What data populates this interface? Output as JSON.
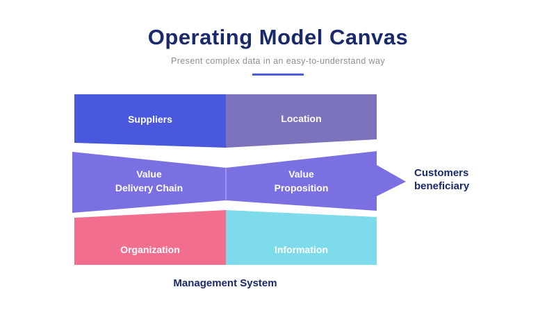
{
  "header": {
    "title": "Operating Model Canvas",
    "subtitle": "Present complex data in an easy-to-understand way"
  },
  "blocks": {
    "suppliers": {
      "label": "Suppliers",
      "color": "#4a58de"
    },
    "location": {
      "label": "Location",
      "color": "#7b74bc"
    },
    "value_delivery_chain": {
      "label": "Value\nDelivery Chain",
      "color": "#7a70e2"
    },
    "value_proposition": {
      "label": "Value\nProposition",
      "color": "#7a70e2"
    },
    "organization": {
      "label": "Organization",
      "color": "#f26e8e"
    },
    "information": {
      "label": "Information",
      "color": "#7edbec"
    }
  },
  "annotations": {
    "customers_beneficiary": "Customers\nbeneficiary",
    "management_system": "Management System"
  },
  "colors": {
    "title_text": "#1a296b",
    "subtitle_text": "#8e8e8e",
    "accent_underline": "#4b5ce0",
    "block_text": "#ffffff"
  }
}
